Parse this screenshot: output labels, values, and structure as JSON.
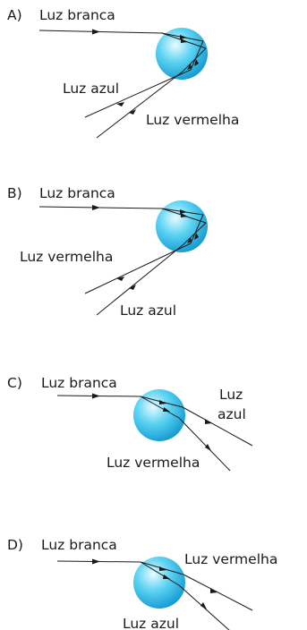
{
  "colors": {
    "ink": "#1a1a1a",
    "drop_center": "#e9fbff",
    "drop_mid": "#5cd3f2",
    "drop_edge": "#0f96cf"
  },
  "options": [
    {
      "letter": "A)",
      "labels": [
        "Luz branca",
        "Luz azul",
        "Luz vermelha"
      ]
    },
    {
      "letter": "B)",
      "labels": [
        "Luz branca",
        "Luz vermelha",
        "Luz azul"
      ]
    },
    {
      "letter": "C)",
      "labels": [
        "Luz branca",
        "Luz",
        "azul",
        "Luz vermelha"
      ]
    },
    {
      "letter": "D)",
      "labels": [
        "Luz branca",
        "Luz vermelha",
        "Luz azul"
      ]
    }
  ]
}
